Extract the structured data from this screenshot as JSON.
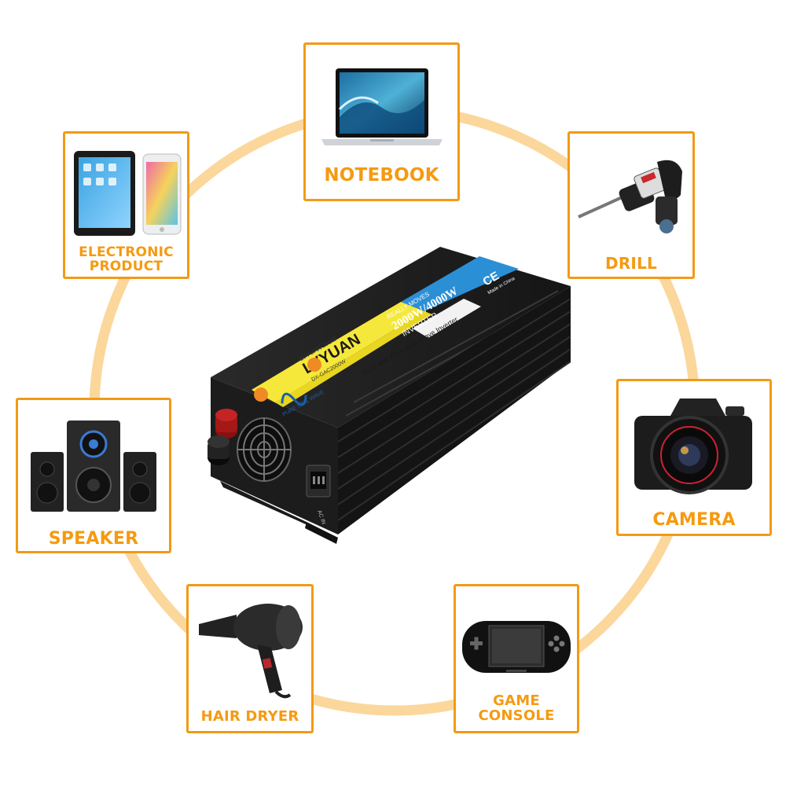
{
  "colors": {
    "accent": "#f29a16",
    "ring": "#fbd79c",
    "body": "#1e1e1e",
    "label_yellow": "#f5e83a",
    "label_blue": "#2b8fd6"
  },
  "cards": {
    "notebook": {
      "label": "NOTEBOOK",
      "icon": "laptop-icon"
    },
    "electronic": {
      "line1": "ELECTRONIC",
      "line2": "PRODUCT",
      "icon": "tablet-phone-icon"
    },
    "drill": {
      "label": "DRILL",
      "icon": "drill-icon"
    },
    "camera": {
      "label": "CAMERA",
      "icon": "camera-icon"
    },
    "speaker": {
      "label": "SPEAKER",
      "icon": "speaker-icon"
    },
    "hair_dryer": {
      "label": "HAIR DRYER",
      "icon": "hair-dryer-icon"
    },
    "game_console": {
      "line1": "GAME",
      "line2": "CONSOLE",
      "icon": "game-console-icon"
    }
  },
  "product": {
    "brand": "LVYUAN",
    "brand_sub": "LVYUAN THAT",
    "tagline": "REALLY MOVES",
    "model": "DX-GAC2000W",
    "power": "2000W/4000W",
    "type": "INVERTER",
    "wave": "PURE SINE WAVE",
    "spec_line": "2000 watt Pure Sine-Wave Inverter",
    "port_label": "AC IN",
    "made": "Made in China",
    "ce": "CE"
  }
}
